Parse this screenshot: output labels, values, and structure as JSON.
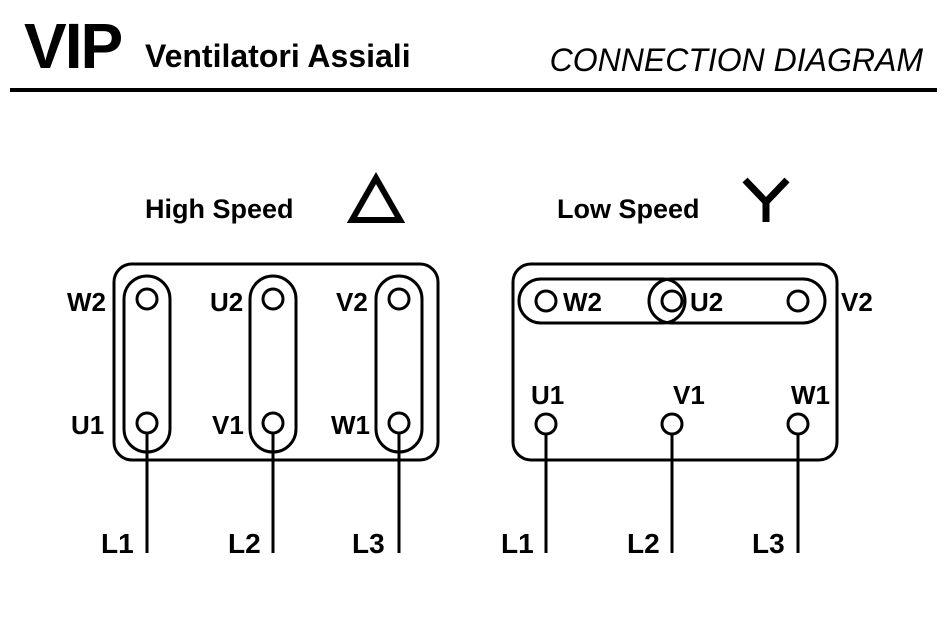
{
  "header": {
    "brand": "VIP",
    "subtitle": "Ventilatori Assiali",
    "title": "CONNECTION DIAGRAM"
  },
  "high_speed": {
    "label": "High Speed",
    "symbol": "delta",
    "top_terminals": [
      "W2",
      "U2",
      "V2"
    ],
    "bottom_terminals": [
      "U1",
      "V1",
      "W1"
    ],
    "lines": [
      "L1",
      "L2",
      "L3"
    ]
  },
  "low_speed": {
    "label": "Low Speed",
    "symbol": "star",
    "top_terminals": [
      "W2",
      "U2",
      "V2"
    ],
    "bottom_terminals": [
      "U1",
      "V1",
      "W1"
    ],
    "lines": [
      "L1",
      "L2",
      "L3"
    ]
  }
}
